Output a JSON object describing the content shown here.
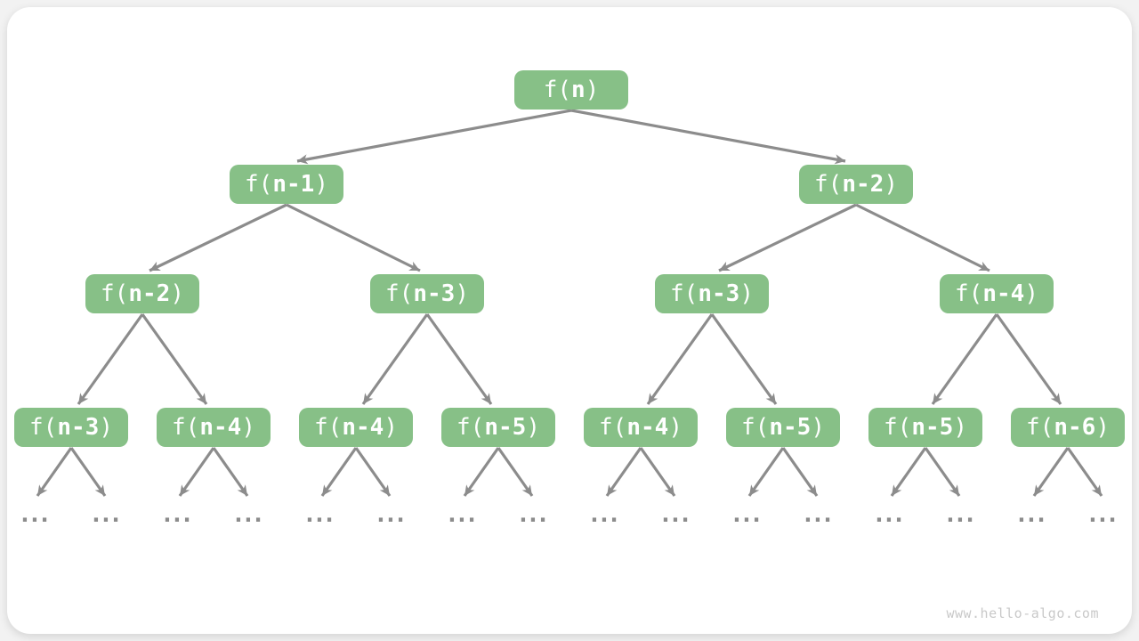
{
  "page": {
    "watermark": "www.hello-algo.com"
  },
  "diagram": {
    "type": "recursion-tree",
    "description": "Fibonacci recursion call tree",
    "leaf_label": "...",
    "colors": {
      "node_green": "#87c087",
      "arrow_gray": "#8c8c8c",
      "node_text": "#ffffff",
      "watermark_gray": "#c9c9c9",
      "card_bg": "#ffffff",
      "outer_bg": "#f2f2f2"
    },
    "levels": [
      {
        "nodes": [
          {
            "prefix": "f(",
            "arg": "n",
            "suffix": ")"
          }
        ]
      },
      {
        "nodes": [
          {
            "prefix": "f(",
            "arg": "n-1",
            "suffix": ")"
          },
          {
            "prefix": "f(",
            "arg": "n-2",
            "suffix": ")"
          }
        ]
      },
      {
        "nodes": [
          {
            "prefix": "f(",
            "arg": "n-2",
            "suffix": ")"
          },
          {
            "prefix": "f(",
            "arg": "n-3",
            "suffix": ")"
          },
          {
            "prefix": "f(",
            "arg": "n-3",
            "suffix": ")"
          },
          {
            "prefix": "f(",
            "arg": "n-4",
            "suffix": ")"
          }
        ]
      },
      {
        "nodes": [
          {
            "prefix": "f(",
            "arg": "n-3",
            "suffix": ")"
          },
          {
            "prefix": "f(",
            "arg": "n-4",
            "suffix": ")"
          },
          {
            "prefix": "f(",
            "arg": "n-4",
            "suffix": ")"
          },
          {
            "prefix": "f(",
            "arg": "n-5",
            "suffix": ")"
          },
          {
            "prefix": "f(",
            "arg": "n-4",
            "suffix": ")"
          },
          {
            "prefix": "f(",
            "arg": "n-5",
            "suffix": ")"
          },
          {
            "prefix": "f(",
            "arg": "n-5",
            "suffix": ")"
          },
          {
            "prefix": "f(",
            "arg": "n-6",
            "suffix": ")"
          }
        ]
      }
    ]
  }
}
